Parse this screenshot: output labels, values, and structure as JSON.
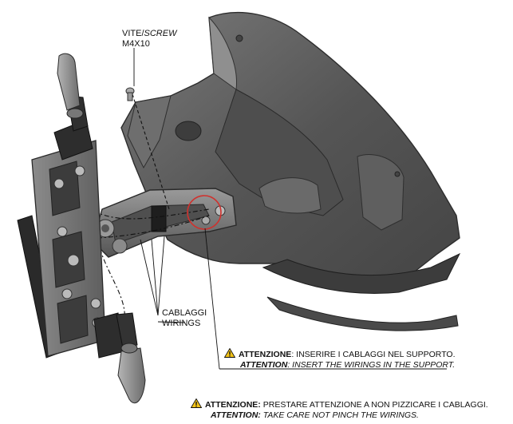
{
  "labels": {
    "screw_line1_a": "VITE/",
    "screw_line1_b": "SCREW",
    "screw_line2": "M4X10",
    "wirings_line1": "CABLAGGI",
    "wirings_line2": "WIRINGS"
  },
  "notes": [
    {
      "it_bold": "ATTENZIONE",
      "it_text": ": INSERIRE I CABLAGGI NEL SUPPORTO.",
      "en_bold": "ATTENTION",
      "en_text": ": INSERT THE WIRINGS IN THE SUPPORT."
    },
    {
      "it_bold": "ATTENZIONE:",
      "it_text": " PRESTARE ATTENZIONE A NON PIZZICARE I CABLAGGI.",
      "en_bold": "ATTENTION:",
      "en_text": " TAKE CARE NOT PINCH THE WIRINGS."
    }
  ],
  "colors": {
    "fender": "#5b5b5b",
    "fender_light": "#8a8a8a",
    "bracket": "#6f6f6f",
    "bracket_dark": "#3a3a3a",
    "highlight_circle": "#d0312d",
    "warning_yellow": "#f2c318"
  }
}
